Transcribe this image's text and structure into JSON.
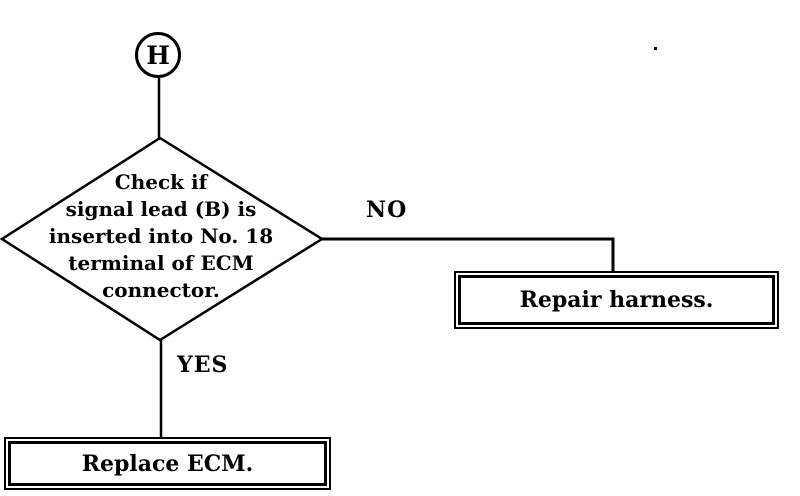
{
  "flowchart": {
    "connector": {
      "label": "H"
    },
    "decision": {
      "label": "Check if\nsignal lead (B) is\ninserted into No. 18\nterminal of ECM\nconnector."
    },
    "branches": {
      "no_label": "NO",
      "yes_label": "YES"
    },
    "no_action": {
      "label": "Repair harness."
    },
    "yes_action": {
      "label": "Replace ECM."
    }
  },
  "colors": {
    "line": "#000000",
    "background": "#ffffff"
  }
}
